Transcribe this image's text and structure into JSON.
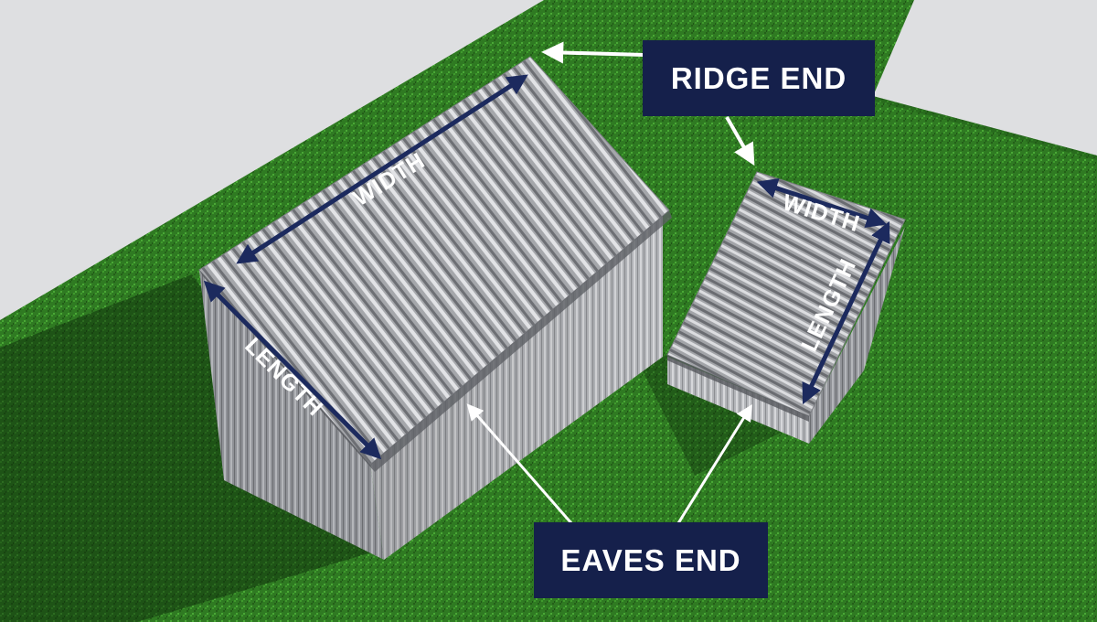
{
  "callouts": {
    "ridge_end": "RIDGE END",
    "eaves_end": "EAVES END"
  },
  "large_shed": {
    "width_label": "WIDTH",
    "length_label": "LENGTH"
  },
  "small_shed": {
    "width_label": "WIDTH",
    "length_label": "LENGTH"
  },
  "colors": {
    "label_bg": "#15204b",
    "label_text": "#ffffff",
    "dimension_arrow": "#1c2a5e",
    "pointer_arrow": "#ffffff",
    "grass": "#2f7a22",
    "background": "#dedfe1",
    "metal": "#a9abb0"
  }
}
